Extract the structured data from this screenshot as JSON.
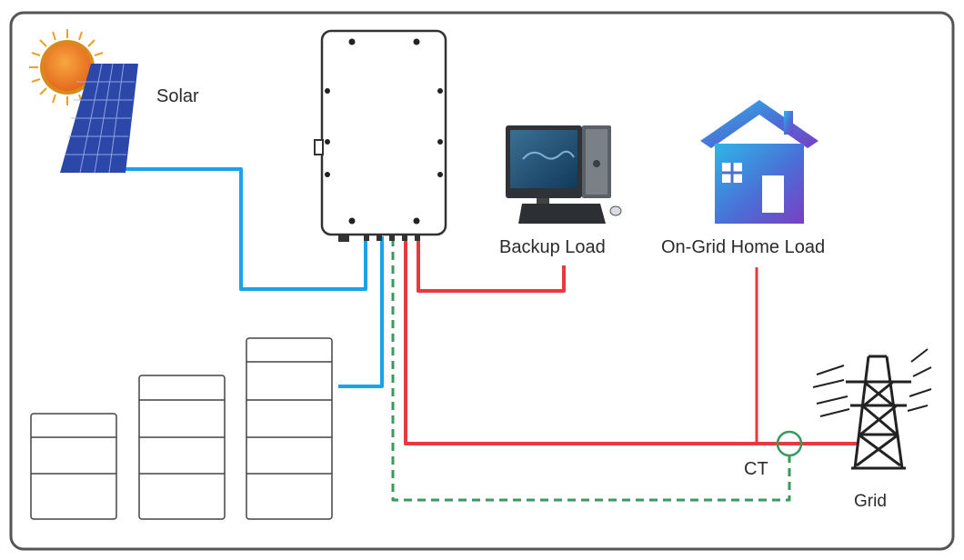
{
  "labels": {
    "solar": "Solar",
    "backup_load": "Backup Load",
    "on_grid_home_load": "On-Grid Home Load",
    "ct": "CT",
    "grid": "Grid"
  },
  "colors": {
    "dc_line": "#1aa3e8",
    "ac_line": "#e8393f",
    "comm_line": "#3a9a5c",
    "ct_line": "#777777",
    "frame": "#555555"
  },
  "icons": [
    "sun-icon",
    "solar-panel-icon",
    "inverter-icon",
    "computer-icon",
    "house-icon",
    "transmission-tower-icon",
    "battery-stack-icon",
    "ct-sensor-icon"
  ]
}
